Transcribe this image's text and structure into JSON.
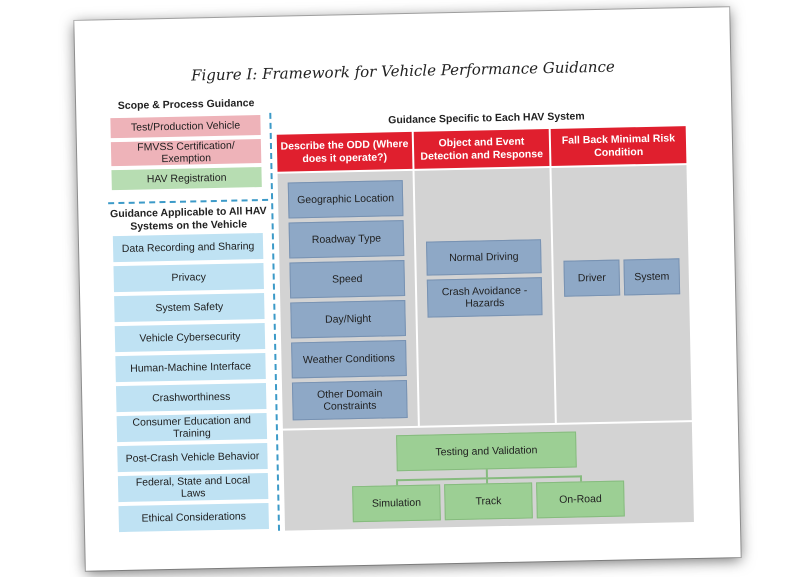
{
  "title": "Figure I: Framework for Vehicle Performance Guidance",
  "left": {
    "scope_heading": "Scope & Process Guidance",
    "scope_items": [
      "Test/Production Vehicle",
      "FMVSS Certification/ Exemption",
      "HAV Registration"
    ],
    "applicable_heading": "Guidance Applicable to All HAV Systems on the Vehicle",
    "applicable_items": [
      "Data Recording and Sharing",
      "Privacy",
      "System Safety",
      "Vehicle Cybersecurity",
      "Human-Machine Interface",
      "Crashworthiness",
      "Consumer Education and Training",
      "Post-Crash Vehicle Behavior",
      "Federal, State and Local Laws",
      "Ethical Considerations"
    ]
  },
  "right": {
    "heading": "Guidance Specific to Each HAV System",
    "columns": [
      {
        "header": "Describe the ODD (Where does it operate?)",
        "items": [
          "Geographic Location",
          "Roadway Type",
          "Speed",
          "Day/Night",
          "Weather Conditions",
          "Other Domain Constraints"
        ]
      },
      {
        "header": "Object and Event Detection and Response",
        "items": [
          "Normal Driving",
          "Crash Avoidance - Hazards"
        ]
      },
      {
        "header": "Fall Back Minimal Risk Condition",
        "items": [
          "Driver",
          "System"
        ]
      }
    ],
    "testing": {
      "label": "Testing and Validation",
      "children": [
        "Simulation",
        "Track",
        "On-Road"
      ]
    }
  },
  "colors": {
    "red_header": "#e01f2e",
    "pink": "#eeb3b9",
    "green": "#b7ddb2",
    "blue": "#bfe2f3",
    "slate": "#8ea8c6",
    "grey": "#d3d3d3",
    "test_green": "#9ccf94",
    "dashed_line": "#3c9ac8"
  }
}
